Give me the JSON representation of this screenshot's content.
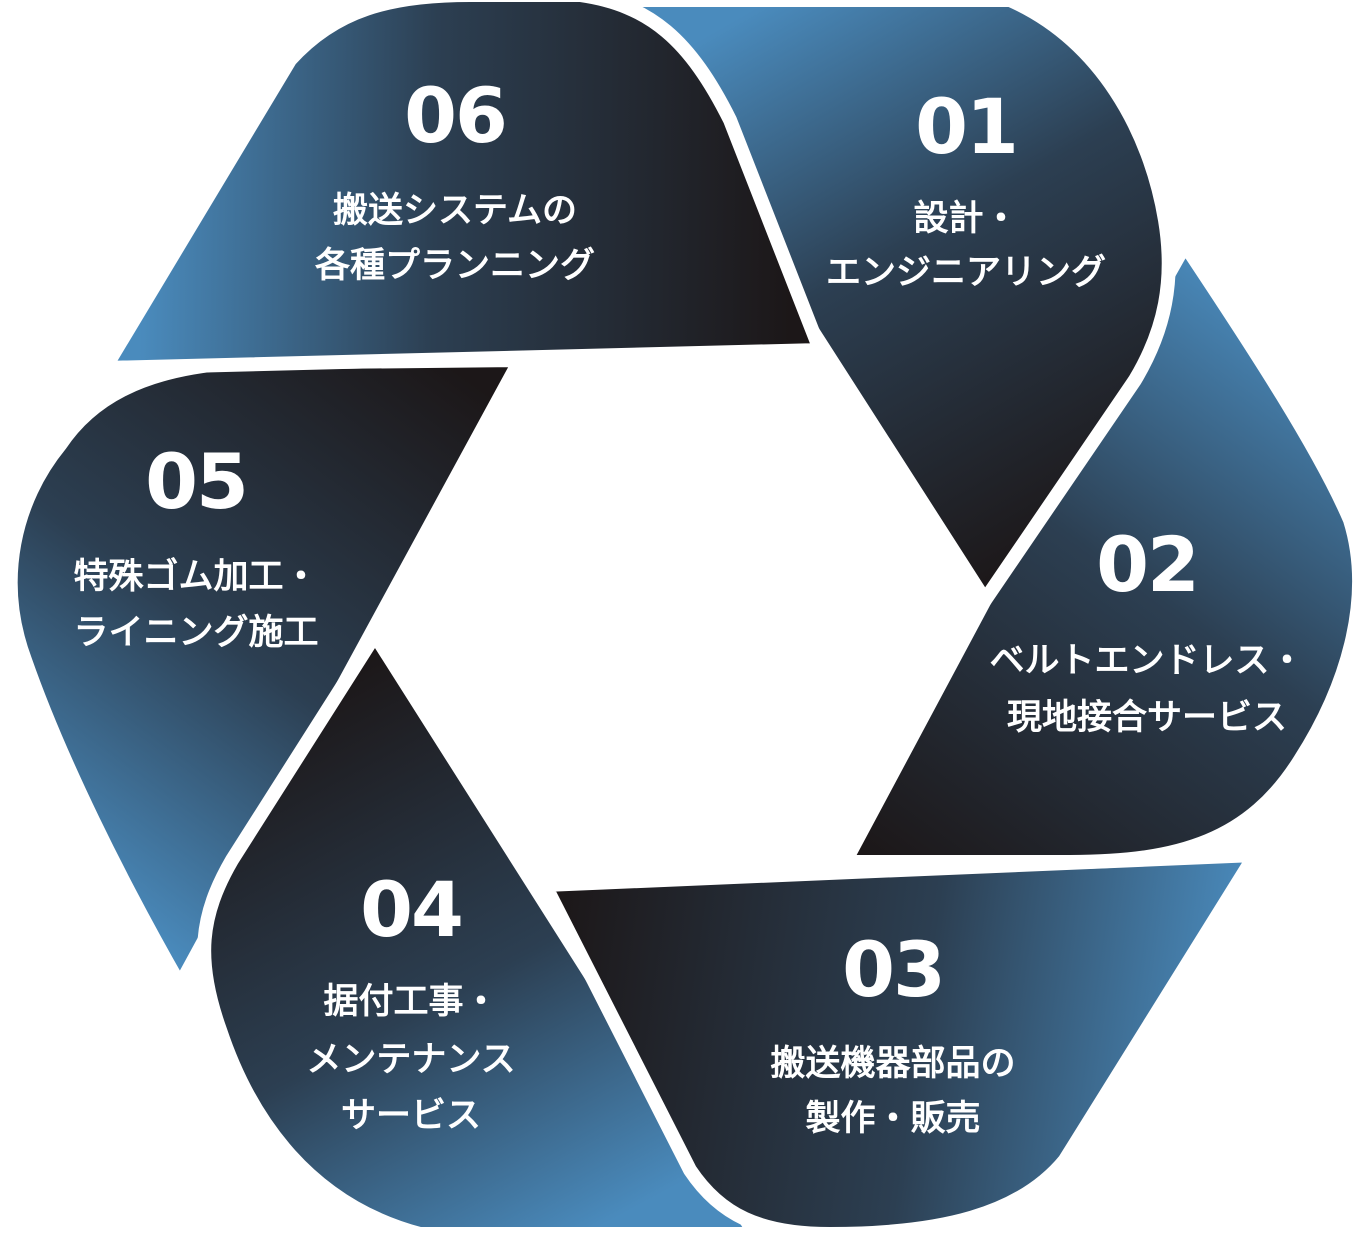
{
  "diagram": {
    "steps": [
      {
        "number": "01",
        "lines": [
          "設計・",
          "エンジニアリング"
        ]
      },
      {
        "number": "02",
        "lines": [
          "ベルトエンドレス・",
          "現地接合サービス"
        ]
      },
      {
        "number": "03",
        "lines": [
          "搬送機器部品の",
          "製作・販売"
        ]
      },
      {
        "number": "04",
        "lines": [
          "据付工事・",
          "メンテナンス",
          "サービス"
        ]
      },
      {
        "number": "05",
        "lines": [
          "特殊ゴム加工・",
          "ライニング施工"
        ]
      },
      {
        "number": "06",
        "lines": [
          "搬送システムの",
          "各種プランニング"
        ]
      }
    ],
    "colors": {
      "blue": "#4a8bbd",
      "mid": "#2c3f52",
      "dark": "#1c1718",
      "gap": "#ffffff"
    }
  }
}
